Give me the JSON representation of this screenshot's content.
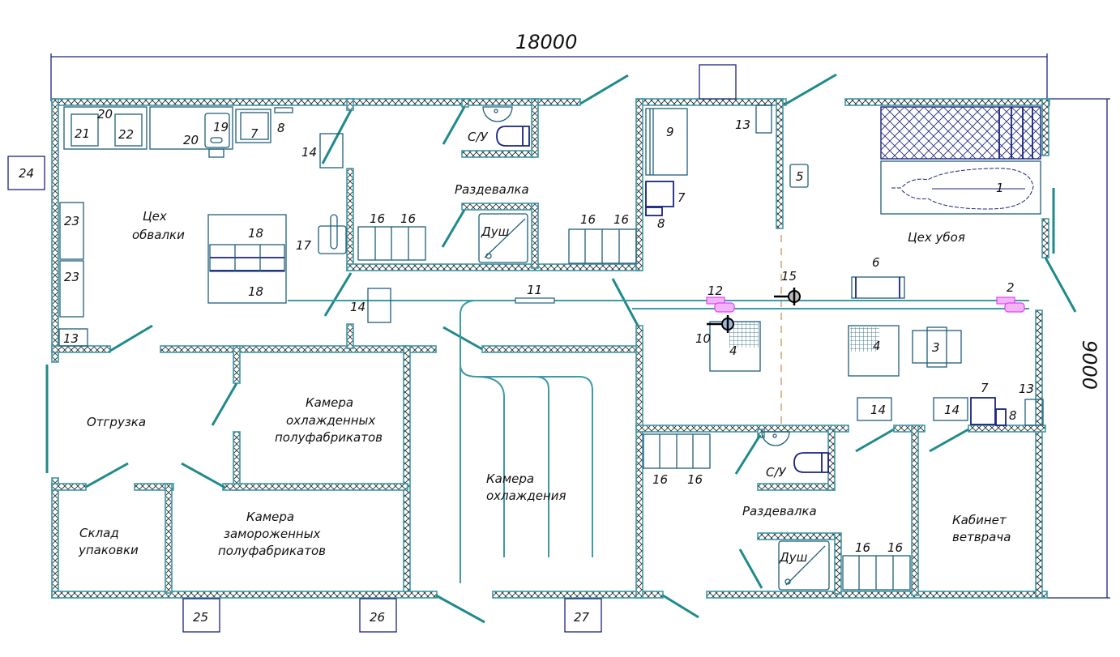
{
  "dimensions": {
    "width_label": "18000",
    "height_label": "9000"
  },
  "rooms": [
    {
      "id": "deboning",
      "lines": [
        "Цех",
        "обвалки"
      ]
    },
    {
      "id": "changing-top",
      "lines": [
        "Раздевалка"
      ]
    },
    {
      "id": "wc-top",
      "lines": [
        "С/У"
      ]
    },
    {
      "id": "shower-top",
      "lines": [
        "Душ"
      ]
    },
    {
      "id": "slaughter",
      "lines": [
        "Цех убоя"
      ]
    },
    {
      "id": "shipping",
      "lines": [
        "Отгрузка"
      ]
    },
    {
      "id": "chilled-semis",
      "lines": [
        "Камера",
        "охлажденных",
        "полуфабрикатов"
      ]
    },
    {
      "id": "frozen-semis",
      "lines": [
        "Камера",
        "замороженных",
        "полуфабрикатов"
      ]
    },
    {
      "id": "packaging-store",
      "lines": [
        "Склад",
        "упаковки"
      ]
    },
    {
      "id": "chilling-chamber",
      "lines": [
        "Камера",
        "охлаждения"
      ]
    },
    {
      "id": "changing-bottom",
      "lines": [
        "Раздевалка"
      ]
    },
    {
      "id": "wc-bottom",
      "lines": [
        "С/У"
      ]
    },
    {
      "id": "shower-bottom",
      "lines": [
        "Душ"
      ]
    },
    {
      "id": "vet-office",
      "lines": [
        "Кабинет",
        "ветврача"
      ]
    }
  ],
  "equipment_labels": {
    "n1": "1",
    "n2": "2",
    "n3": "3",
    "n4a": "4",
    "n4b": "4",
    "n5": "5",
    "n6": "6",
    "n7a": "7",
    "n7b": "7",
    "n7c": "7",
    "n8a": "8",
    "n8b": "8",
    "n8c": "8",
    "n9": "9",
    "n10": "10",
    "n11": "11",
    "n12": "12",
    "n13a": "13",
    "n13b": "13",
    "n13c": "13",
    "n14a": "14",
    "n14b": "14",
    "n14c": "14",
    "n14d": "14",
    "n15": "15",
    "n16a": "16",
    "n16b": "16",
    "n16c": "16",
    "n16d": "16",
    "n16e": "16",
    "n16f": "16",
    "n16g": "16",
    "n16h": "16",
    "n17": "17",
    "n18a": "18",
    "n18b": "18",
    "n19": "19",
    "n20a": "20",
    "n20b": "20",
    "n21": "21",
    "n22": "22",
    "n23a": "23",
    "n23b": "23",
    "n24": "24",
    "n25": "25",
    "n26": "26",
    "n27": "27"
  },
  "colors": {
    "wall": "#3d9aa8",
    "door": "#1f8a8a",
    "equipment": "#1e5f7a",
    "dimension": "#1a237e",
    "hoist": "#e040fb",
    "axis": "#e0b890"
  }
}
